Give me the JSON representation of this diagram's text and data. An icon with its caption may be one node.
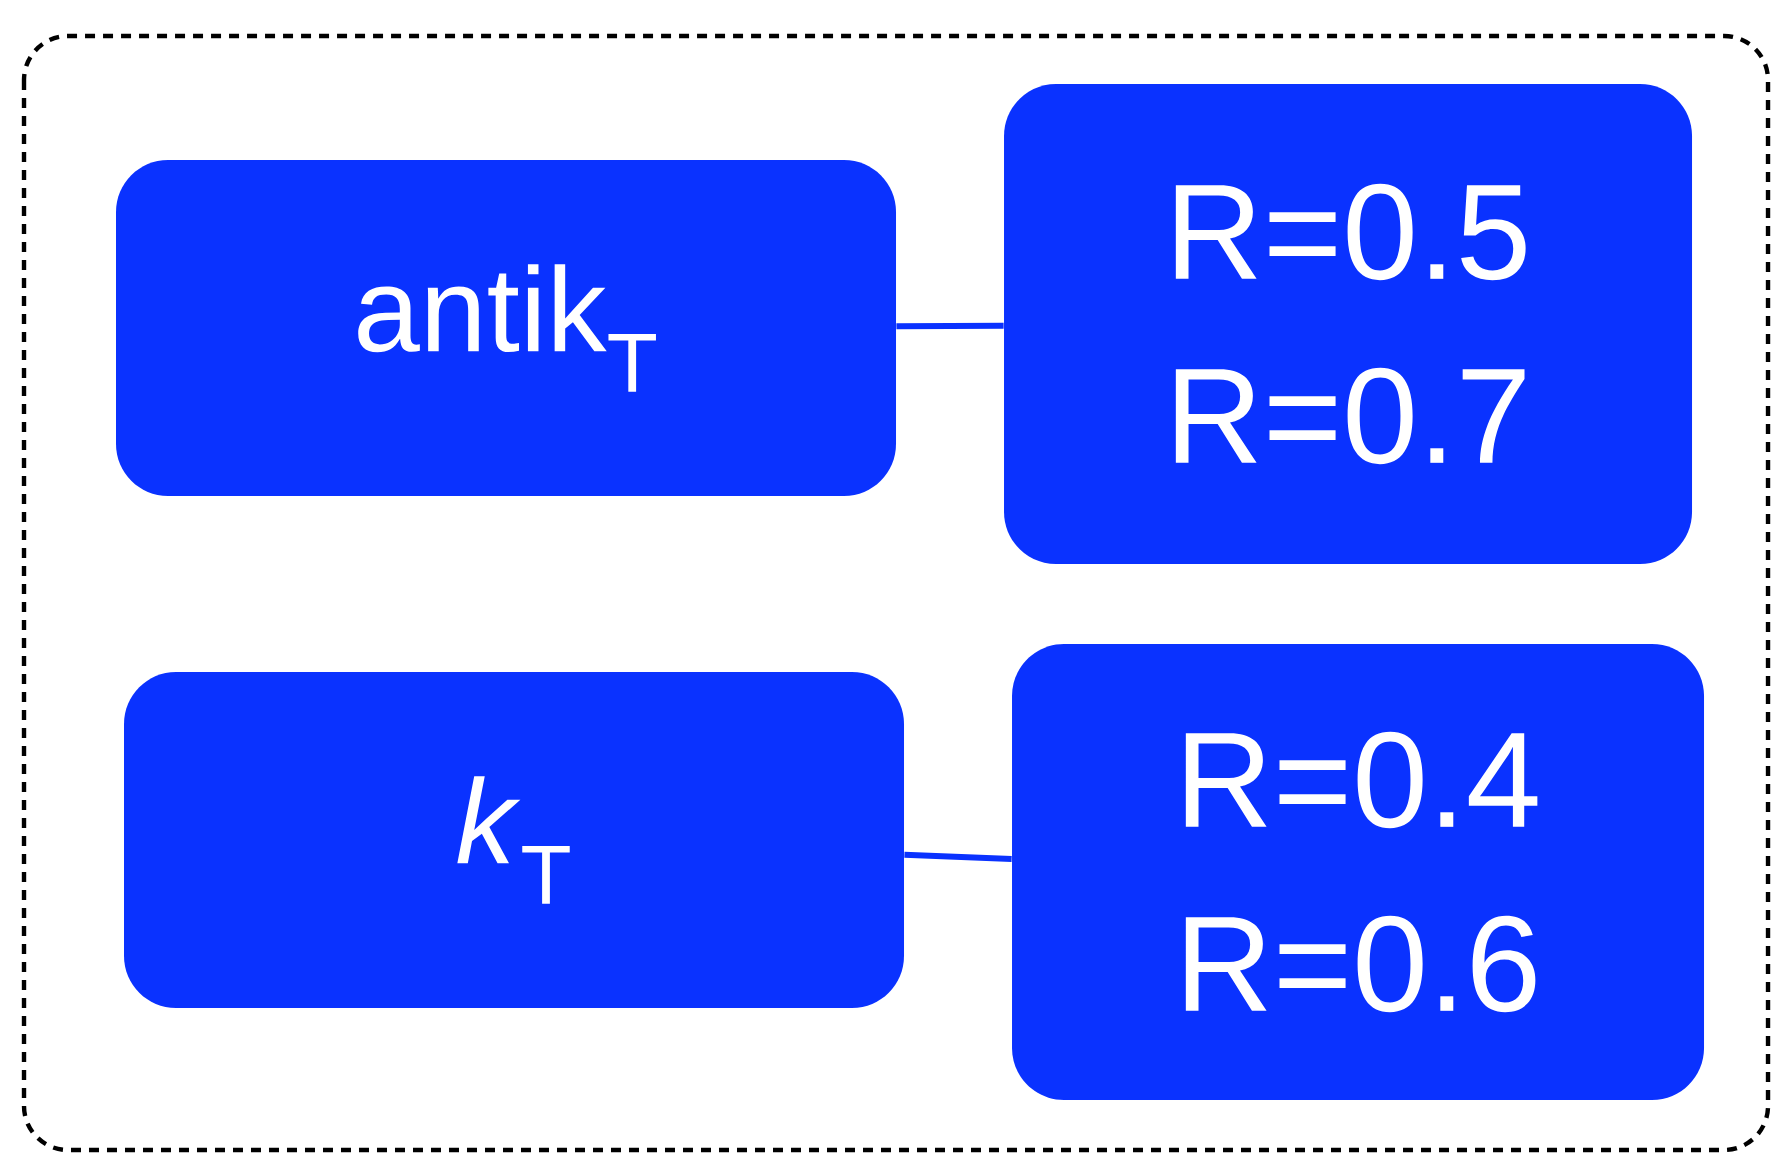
{
  "diagram": {
    "nodes": [
      {
        "text": [
          "antik$_{T}$"
        ]
      },
      {
        "text": [
          "R=0.5 R=0.7"
        ]
      },
      {
        "text": [
          "*k*$_{T}$"
        ]
      },
      {
        "text": [
          "R=0.4 R=0.6"
        ]
      }
    ],
    "edges": [
      {
        "from": 0,
        "to": 1,
        "arrow": "none"
      },
      {
        "from": 2,
        "to": 3,
        "arrow": "none"
      }
    ]
  }
}
